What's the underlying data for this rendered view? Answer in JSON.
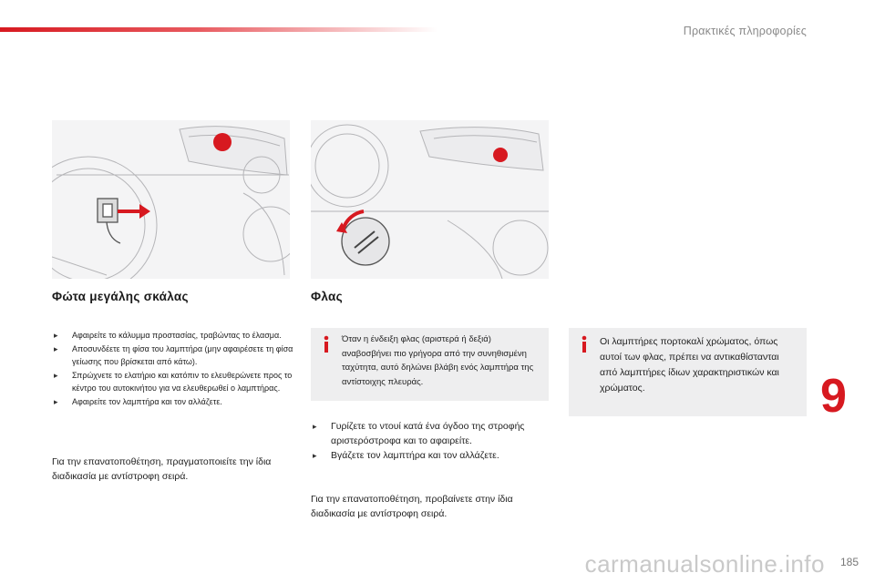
{
  "header": {
    "title": "Πρακτικές πληροφορίες"
  },
  "sections": [
    {
      "title": "Φώτα μεγάλης σκάλας",
      "steps": [
        "Αφαιρείτε το κάλυμμα προστασίας, τραβώντας το έλασμα.",
        "Αποσυνδέετε τη φίσα του λαμπτήρα (μην αφαιρέσετε τη φίσα γείωσης που βρίσκεται από κάτω).",
        "Σπρώχνετε το ελατήριο και κατόπιν το ελευθερώνετε προς το κέντρο του αυτοκινήτου για να ελευθερωθεί ο λαμπτήρας.",
        "Αφαιρείτε τον λαμπτήρα και τον αλλάζετε."
      ],
      "note": "Για την επανατοποθέτηση, πραγματοποιείτε την ίδια διαδικασία με αντίστροφη σειρά."
    },
    {
      "title": "Φλας",
      "info": "Όταν η ένδειξη φλας (αριστερά ή δεξιά) αναβοσβήνει πιο γρήγορα από την συνηθισμένη ταχύτητα, αυτό δηλώνει βλάβη ενός λαμπτήρα της αντίστοιχης πλευράς.",
      "steps": [
        "Γυρίζετε το ντουί κατά ένα όγδοο της στροφής αριστερόστροφα και το αφαιρείτε.",
        "Βγάζετε τον λαμπτήρα και τον αλλάζετε."
      ],
      "note": "Για την επανατοποθέτηση, προβαίνετε στην ίδια διαδικασία με αντίστροφη σειρά."
    }
  ],
  "side_info": "Οι λαμπτήρες πορτοκαλί χρώματος, όπως αυτοί των φλας, πρέπει να αντικαθίστανται από λαμπτήρες ίδιων χαρακτηριστικών και χρώματος.",
  "chapter_number": "9",
  "page_number": "185",
  "watermark": "carmanualsonline.info",
  "colors": {
    "accent": "#d71920",
    "info_bg": "#eeeeef"
  }
}
